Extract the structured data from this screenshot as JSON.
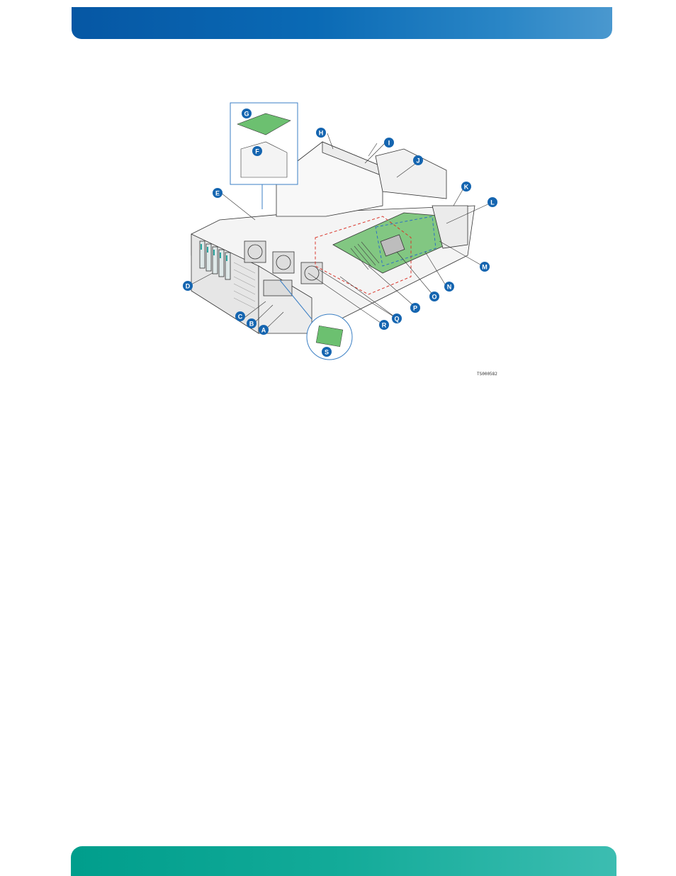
{
  "figure": {
    "id": "TS000582",
    "callouts": {
      "A": "A",
      "B": "B",
      "C": "C",
      "D": "D",
      "E": "E",
      "F": "F",
      "G": "G",
      "H": "H",
      "I": "I",
      "J": "J",
      "K": "K",
      "L": "L",
      "M": "M",
      "N": "N",
      "O": "O",
      "P": "P",
      "Q": "Q",
      "R": "R",
      "S": "S"
    }
  },
  "colors": {
    "header": "#0a6ab5",
    "footer": "#13ab99",
    "callout": "#1565b0",
    "board": "#5cb85c"
  }
}
